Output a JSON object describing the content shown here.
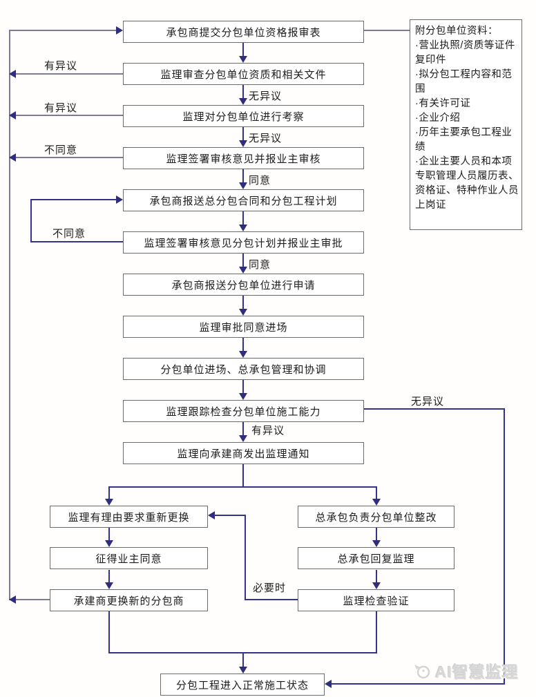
{
  "flowchart": {
    "nodes": {
      "main": [
        "承包商提交分包单位资格报审表",
        "监理审查分包单位资质和相关文件",
        "监理对分包单位进行考察",
        "监理签署审核意见并报业主审核",
        "承包商报送总分包合同和分包工程计划",
        "监理签署审核意见分包计划并报业主审批",
        "承包商报送分包单位进行申请",
        "监理审批同意进场",
        "分包单位进场、总承包管理和协调",
        "监理跟踪检查分包单位施工能力",
        "监理向承建商发出监理通知"
      ],
      "left": [
        "监理有理由要求重新更换",
        "征得业主同意",
        "承建商更换新的分包商"
      ],
      "right": [
        "总承包负责分包单位整改",
        "总承包回复监理",
        "监理检查验证"
      ],
      "final": "分包工程进入正常施工状态"
    },
    "labels": {
      "objection_a": "有异议",
      "objection_b": "有异议",
      "objection_c": "有异议",
      "disagree_a": "不同意",
      "disagree_b": "不同意",
      "no_objection_a": "无异议",
      "no_objection_b": "无异议",
      "no_objection_c": "无异议",
      "agree_a": "同意",
      "agree_b": "同意",
      "when_necessary": "必要时"
    },
    "attachment_panel": {
      "title": "附分包单位资料：",
      "items": [
        "·营业执照/资质等证件复印件",
        "·拟分包工程内容和范围",
        "·有关许可证",
        "·企业介绍",
        "·历年主要承包工程业绩",
        "·企业主要人员和本项专职管理人员履历表、资格证、特种作业人员上岗证"
      ]
    },
    "watermark": "AI智慧监理",
    "colors": {
      "arrow": "#32328c",
      "feedback_line": "#7b7b94",
      "box_border": "#6a6a6a"
    }
  }
}
